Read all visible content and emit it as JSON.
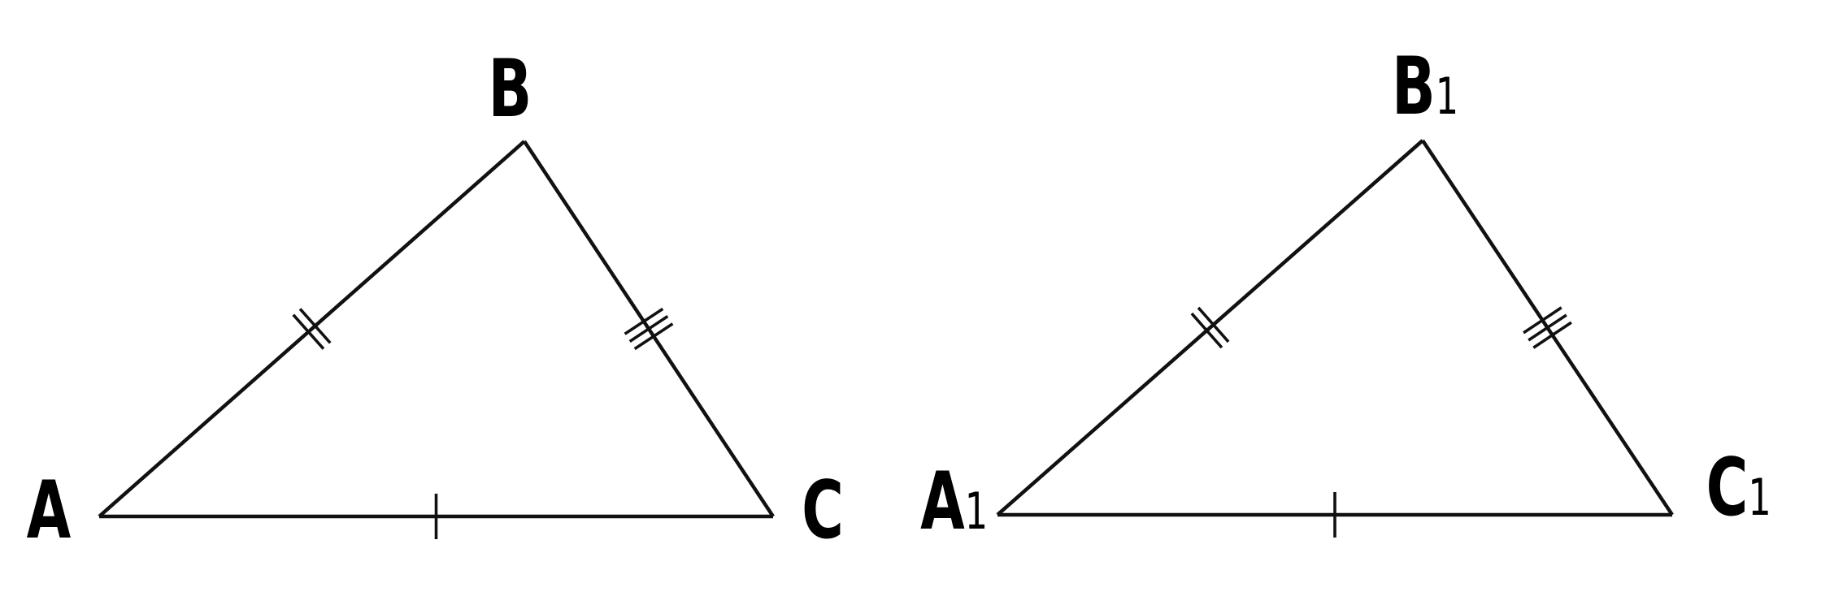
{
  "triangles": [
    {
      "vertices": {
        "a": {
          "name": "A",
          "sub": ""
        },
        "b": {
          "name": "B",
          "sub": ""
        },
        "c": {
          "name": "C",
          "sub": ""
        }
      },
      "ticks": {
        "ab": 2,
        "bc": 3,
        "ca": 1
      }
    },
    {
      "vertices": {
        "a": {
          "name": "A",
          "sub": "1"
        },
        "b": {
          "name": "B",
          "sub": "1"
        },
        "c": {
          "name": "C",
          "sub": "1"
        }
      },
      "ticks": {
        "ab": 2,
        "bc": 3,
        "ca": 1
      }
    }
  ],
  "colors": {
    "stroke": "#111111",
    "text": "#000000",
    "background": "#ffffff"
  }
}
